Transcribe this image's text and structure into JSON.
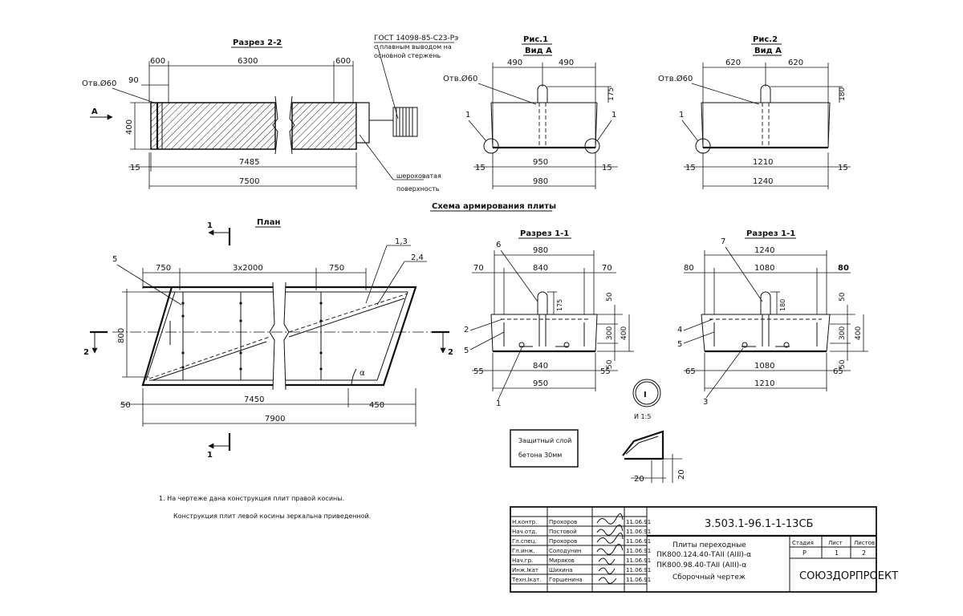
{
  "section22": {
    "title": "Разрез 2-2",
    "dims_top": [
      "600",
      "6300",
      "600"
    ],
    "dim_90": "90",
    "hole": "Отв.Ø60",
    "arrow_a": "A",
    "height": "400",
    "dim_15": "15",
    "len_inner": "7485",
    "len_total": "7500",
    "gost_note": [
      "ГОСТ 14098-85-С23-Рэ",
      "с плавным выводом на",
      "основной стержень"
    ],
    "rough_note": [
      "шероховатая",
      "поверхность"
    ]
  },
  "fig1": {
    "title": "Рис.1",
    "subtitle": "Вид А",
    "dims_top": [
      "490",
      "490"
    ],
    "hole": "Отв.Ø60",
    "dim_175": "175",
    "mark1": "1",
    "dim_15": "15",
    "len_inner": "950",
    "len_total": "980"
  },
  "fig2": {
    "title": "Рис.2",
    "subtitle": "Вид А",
    "dims_top": [
      "620",
      "620"
    ],
    "hole": "Отв.Ø60",
    "dim_180": "180",
    "mark1": "1",
    "dim_15": "15",
    "len_inner": "1210",
    "len_total": "1240"
  },
  "scheme_title": "Схема армирования плиты",
  "plan": {
    "title": "План",
    "section_mark": "1",
    "mark2": "2",
    "mark5": "5",
    "mark13": "1,3",
    "mark24": "2,4",
    "dims_top": [
      "750",
      "3x2000",
      "750"
    ],
    "width": "800",
    "alpha": "α",
    "dim_50": "50",
    "len_inner": "7450",
    "dim_450": "450",
    "len_total": "7900"
  },
  "sec11a": {
    "title": "Разрез 1-1",
    "mark": "6",
    "top_total": "980",
    "dim_70a": "70",
    "top_inner": "840",
    "dim_70b": "70",
    "dim_175": "175",
    "dim_50a": "50",
    "dim_300": "300",
    "dim_400": "400",
    "dim_50b": "50",
    "mark2": "2",
    "mark5": "5",
    "mark1": "1",
    "dim_55a": "55",
    "bot_inner": "840",
    "dim_55b": "55",
    "bot_total": "950"
  },
  "sec11b": {
    "title": "Разрез 1-1",
    "mark": "7",
    "top_total": "1240",
    "dim_80a": "80",
    "top_inner": "1080",
    "dim_80b": "80",
    "dim_180": "180",
    "dim_50a": "50",
    "dim_300": "300",
    "dim_400": "400",
    "dim_50b": "50",
    "mark4": "4",
    "mark5": "5",
    "mark3": "3",
    "dim_65a": "65",
    "bot_inner": "1080",
    "dim_65b": "65",
    "bot_total": "1210"
  },
  "detail": {
    "mark": "I",
    "scale": "И 1:5",
    "cover_line1": "Защитный слой",
    "cover_line2": "бетона 30мм",
    "dim_a": "20",
    "dim_b": "20"
  },
  "notes": {
    "line1": "1. На чертеже дана конструкция плит правой косины.",
    "line2": "Конструкция плит левой косины зеркальна приведенной."
  },
  "title_block": {
    "code": "3.503.1-96.1-1-13СБ",
    "staff": [
      {
        "role": "Н.контр.",
        "name": "Прохоров",
        "date": "11.06.91"
      },
      {
        "role": "Нач.отд.",
        "name": "Постовой",
        "date": "11.06.91"
      },
      {
        "role": "Гл.спец.",
        "name": "Прохоров",
        "date": "11.06.91"
      },
      {
        "role": "Гл.инж.",
        "name": "Солодунин",
        "date": "11.06.91"
      },
      {
        "role": "Нач.гр.",
        "name": "Миряков",
        "date": "11.06.91"
      },
      {
        "role": "Инж.Iкат",
        "name": "Шихина",
        "date": "11.06.91"
      },
      {
        "role": "Техн.Iкат.",
        "name": "Горшенина",
        "date": "11.06.91"
      }
    ],
    "desc1": "Плиты переходные",
    "desc2": "ПК800.124.40-ТАII (АIII)-α",
    "desc3": "ПК800.98.40-ТАII (АIII)-α",
    "desc4": "Сборочный чертеж",
    "stage_h": "Стадия",
    "sheet_h": "Лист",
    "sheets_h": "Листов",
    "stage_v": "Р",
    "sheet_v": "1",
    "sheets_v": "2",
    "org": "СОЮЗДОРПРОЕКТ"
  }
}
